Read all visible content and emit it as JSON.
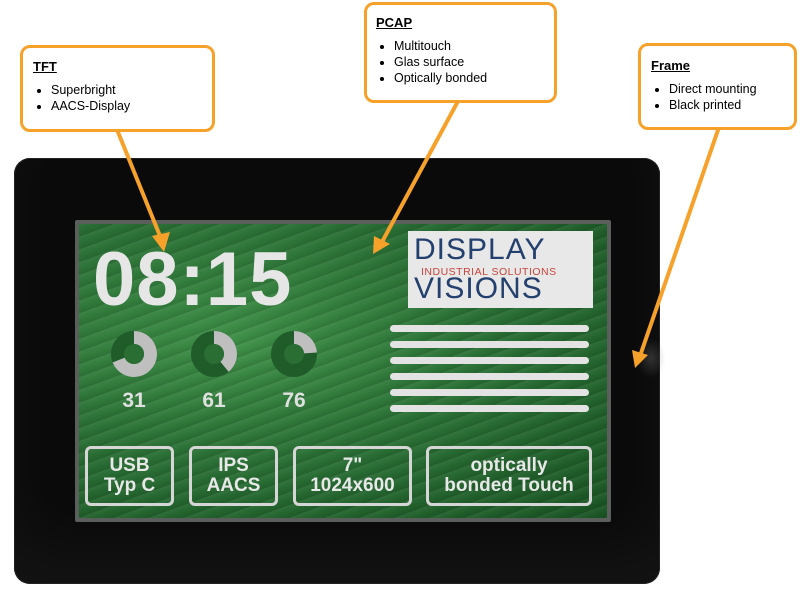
{
  "callouts": {
    "tft": {
      "title": "TFT",
      "items": [
        "Superbright",
        "AACS-Display"
      ]
    },
    "pcap": {
      "title": "PCAP",
      "items": [
        "Multitouch",
        "Glas surface",
        "Optically bonded"
      ]
    },
    "frame": {
      "title": "Frame",
      "items": [
        "Direct mounting",
        "Black printed"
      ]
    }
  },
  "screen": {
    "clock": "08:15",
    "logo": {
      "line1": "DISPLAY",
      "line2": "INDUSTRIAL SOLUTIONS",
      "line3": "VISIONS"
    },
    "gauges": [
      {
        "value": "31",
        "fraction": 0.31
      },
      {
        "value": "61",
        "fraction": 0.61
      },
      {
        "value": "76",
        "fraction": 0.76
      }
    ],
    "bars": 6,
    "info_boxes": [
      {
        "line1": "USB",
        "line2": "Typ C"
      },
      {
        "line1": "IPS",
        "line2": "AACS"
      },
      {
        "line1": "7\"",
        "line2": "1024x600"
      },
      {
        "line1": "optically",
        "line2": "bonded Touch"
      }
    ]
  },
  "colors": {
    "callout_border": "#f5a12a",
    "arrow": "#f5a12a",
    "frame": "#0a0a0a",
    "screen_green": "#2b7136",
    "logo_blue": "#24406e",
    "logo_red": "#c8433b"
  }
}
